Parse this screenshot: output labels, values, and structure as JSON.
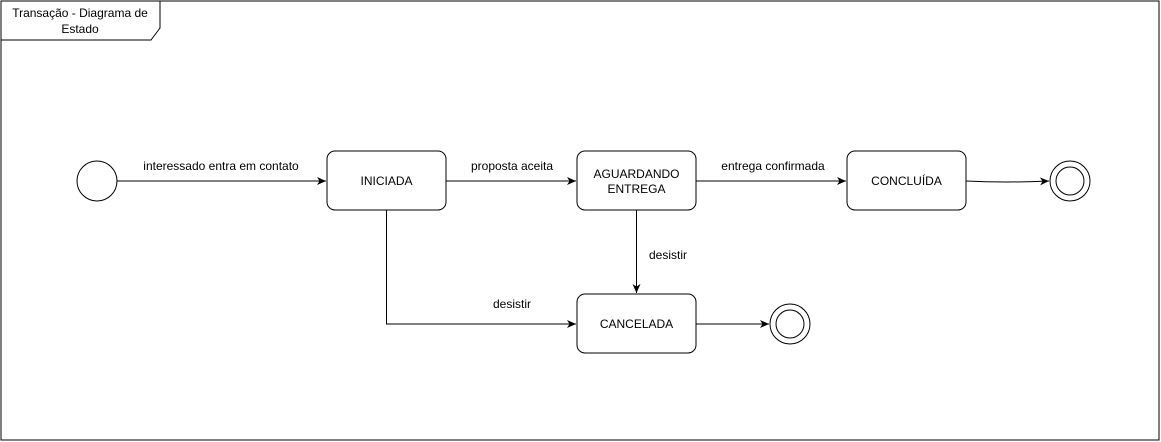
{
  "frame": {
    "title_line1": "Transação - Diagrama de",
    "title_line2": "Estado"
  },
  "states": {
    "iniciada": "INICIADA",
    "aguardando_line1": "AGUARDANDO",
    "aguardando_line2": "ENTREGA",
    "concluida": "CONCLUÍDA",
    "cancelada": "CANCELADA"
  },
  "transitions": {
    "start_to_iniciada": "interessado entra em contato",
    "iniciada_to_aguardando": "proposta aceita",
    "aguardando_to_concluida": "entrega confirmada",
    "aguardando_to_cancelada": "desistir",
    "iniciada_to_cancelada": "desistir"
  },
  "colors": {
    "stroke": "#000000",
    "fill": "#ffffff"
  }
}
